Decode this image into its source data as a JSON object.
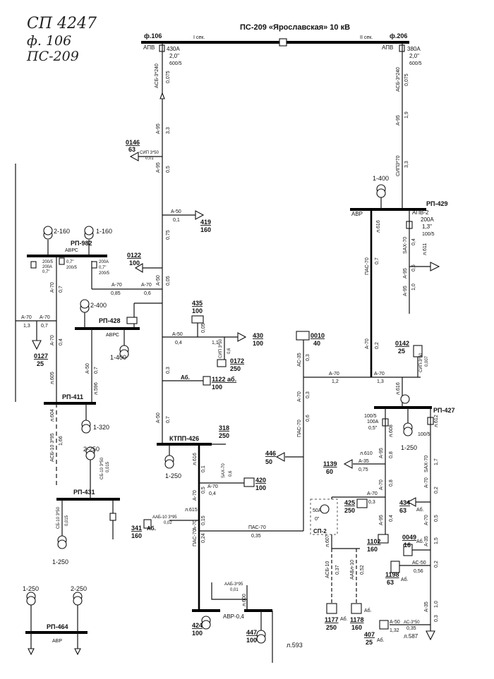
{
  "handwritten": {
    "line1": "СП 4247",
    "line2": "ф. 106",
    "line3": "ПС-209"
  },
  "substation": {
    "title": "ПС-209 «Ярославская» 10 кВ",
    "sec1": "I сек.",
    "sec2": "II сек."
  },
  "feeder_left": {
    "name": "ф.106",
    "apv": "АПВ",
    "current": "430А",
    "time": "2,0\"",
    "ct": "600/5",
    "cable": "АСБ-3*240",
    "len": "0,075"
  },
  "feeder_right": {
    "name": "ф.206",
    "apv": "АПВ",
    "current": "380А",
    "time": "2,0\"",
    "ct": "600/5",
    "cable": "АСБ-3*240",
    "len": "0,075"
  },
  "main_line": {
    "seg1_wire": "А-95",
    "seg1_len": "3,3",
    "seg2_wire": "А-95",
    "seg2_len": "0,5",
    "seg3_wire": "А-50",
    "seg3_len": "0,75",
    "seg4_wire": "А-50",
    "seg4_len": "0,05",
    "seg5_wire": "А-50",
    "seg5_len": "0,7",
    "seg6_len": "0,3",
    "seg7_wire": "А-50",
    "seg7_len": "0,7"
  },
  "tp_0146": {
    "id": "0146",
    "kva": "63",
    "cable": "СИП 3*50",
    "len": "0,01"
  },
  "tp_419": {
    "id": "419",
    "kva": "160",
    "wire": "А-50",
    "len": "0,1"
  },
  "tp_0122": {
    "id": "0122",
    "kva": "100"
  },
  "rp_982": {
    "name": "РП-982",
    "avr": "АВРС",
    "t1": "2-160",
    "t2": "1-160",
    "ct1": "200/5",
    "ia": "200А",
    "ta": "0,7\"",
    "tb": "0,7\"",
    "ct2": "200/5",
    "ib": "200А",
    "tc": "0,7\"",
    "ct3": "200/5"
  },
  "branch_982": {
    "wire1": "А-70",
    "len1": "0,85",
    "wire2": "А-70",
    "len2": "0,6"
  },
  "rp_428": {
    "name": "РП-428",
    "avr": "АВРС",
    "t1": "2-400",
    "t2": "1-400"
  },
  "left_line": {
    "wire1": "А-70",
    "len1": "1,3",
    "wire2": "А-70",
    "len2": "0,7",
    "wire3": "А-70",
    "len3": "0,7",
    "wire4": "А-70",
    "len4": "0,4",
    "wire5": "А-50",
    "len5": "0,7",
    "wire6": "А-50",
    "len6": "0,5",
    "l605": "л.605",
    "l596": "л.596"
  },
  "tp_0127": {
    "id": "0127",
    "kva": "25"
  },
  "rp_411": {
    "name": "РП-411",
    "l604": "л.604",
    "cable": "АСБ-10 3*95",
    "len": "1,66",
    "t": "1-320"
  },
  "rp_431": {
    "name": "РП-431",
    "t1": "2-250",
    "t2": "1-250",
    "cable1": "СБ-10 3*50",
    "len1": "0,015",
    "cable2": "СБ-10 3*50",
    "len2": "0,015"
  },
  "rp_464": {
    "name": "РП-464",
    "avr": "АВР",
    "t1": "1-250",
    "t2": "2-250"
  },
  "tp_435": {
    "id": "435",
    "kva": "100",
    "len": "0,05",
    "wire": "А-50"
  },
  "tp_430": {
    "id": "430",
    "kva": "100",
    "wire": "А-50",
    "len": "0,4",
    "len2": "1,1"
  },
  "tp_0172": {
    "id": "0172",
    "kva": "250",
    "cable": "СИП 3*50",
    "len": "0,6"
  },
  "tp_1122": {
    "id": "1122 аб.",
    "kva": "100",
    "ab": "Аб."
  },
  "tp_0010": {
    "id": "0010",
    "kva": "40"
  },
  "ktpp_426": {
    "name": "КТПП-426",
    "t": "1-250",
    "l616": "л.616"
  },
  "tp_318": {
    "id": "318",
    "kva": "250"
  },
  "tp_420": {
    "id": "420",
    "kva": "100",
    "cable": "SAX-70",
    "len": "0,6"
  },
  "tp_446": {
    "id": "446",
    "kva": "50"
  },
  "lower_mid": {
    "wire1": "А-70",
    "len1": "0,1",
    "wire2": "А-70",
    "len2": "0,5",
    "wire3": "А-70",
    "len3": "0,4",
    "wire4": "А-70",
    "len4": "0,15",
    "l615": "л.615",
    "cable": "ААБ-10 3*95",
    "clen": "0,02",
    "pas": "ПАС-70",
    "pas_len": "0,35",
    "pas2": "ПАС-70",
    "pas2_len": "0,24"
  },
  "tp_341": {
    "id": "341",
    "kva": "160",
    "ab": "Аб."
  },
  "tp_424": {
    "id": "424",
    "kva": "100",
    "avr": "АВР-0,4",
    "cable": "ААБ-3*95",
    "clen": "0,01"
  },
  "tp_447": {
    "id": "447",
    "kva": "100",
    "l600": "л.600",
    "l593": "л.593"
  },
  "right_line": {
    "wire1": "А-95",
    "len1": "1,9",
    "wire2": "СИП3*70",
    "len2": "3,3",
    "pas": "ПАС-70",
    "pas_len": "0,7",
    "wire3": "А-70",
    "len3": "0,2",
    "wire4": "АС-35",
    "len4": "0,3",
    "wire5": "А-70",
    "len5": "1,2",
    "wire6": "А-70",
    "len6": "1,3",
    "pas2": "ПАС-70",
    "pas2_len": "0,6",
    "wire7": "А-70",
    "len7": "0,3"
  },
  "rp_429": {
    "name": "РП-429",
    "apv": "АПВ-2",
    "avr": "АВР",
    "t": "1-400",
    "i": "200А",
    "time": "1,3\"",
    "ct": "100/5",
    "l611": "л.611",
    "l616": "л.616",
    "cable": "SAX-70",
    "len": "0,4",
    "wire": "А-95",
    "wlen": "0,5",
    "wire2": "А-95",
    "wlen2": "1,0"
  },
  "tp_0142": {
    "id": "0142",
    "kva": "25",
    "cable": "СИП-3*50",
    "len": "0,007"
  },
  "rp_427": {
    "name": "РП-427",
    "t": "1-250",
    "ct": "100/5",
    "i": "100А",
    "time": "0,5\"",
    "l608": "л.608",
    "l612": "л.612",
    "l616": "л.616",
    "ct2": "100/5"
  },
  "tp_1139": {
    "id": "1139",
    "kva": "60",
    "wire": "А-35",
    "len": "0,75",
    "l610": "л.610"
  },
  "tp_425": {
    "id": "425",
    "kva": "250",
    "wire": "А-70",
    "len": "0,3"
  },
  "sp_2": {
    "name": "СП-2",
    "i": "50А",
    "time": "0\""
  },
  "tp_434": {
    "id": "434",
    "kva": "63",
    "ab": "Аб."
  },
  "tp_1102": {
    "id": "1102",
    "kva": "160",
    "wire": "А-95",
    "len": "0,4"
  },
  "tp_0049": {
    "id": "0049",
    "kva": "16",
    "ab": "Аб."
  },
  "tp_1198": {
    "id": "1198",
    "kva": "63",
    "ab": "Аб.",
    "wire": "АС-50",
    "len": "0,56"
  },
  "tp_1177": {
    "id": "1177",
    "kva": "250",
    "ab": "Аб.",
    "cable": "АСБ-10",
    "len": "0,37",
    "l607": "л.607"
  },
  "tp_1178": {
    "id": "1178",
    "kva": "160",
    "ab": "Аб.",
    "cable": "ААБл-10",
    "len": "0,52"
  },
  "tp_407": {
    "id": "407",
    "kva": "25",
    "ab": "Аб.",
    "wire": "А-50",
    "len": "1,32",
    "cable": "АС-3*50",
    "clen": "0,35",
    "l587": "л.587"
  },
  "right_vert": {
    "wire1": "SAX-70",
    "len1": "1,7",
    "wire2": "А-70",
    "len2": "0,2",
    "wire3": "А-70",
    "len3": "0,5",
    "wire4": "А-35",
    "len4": "1,5",
    "len5": "0,2",
    "wire5": "А-35",
    "len5b": "1,0",
    "len6": "0,3",
    "mid_wire": "А-95",
    "mid_len": "0,8",
    "mid_wire2": "А-70",
    "mid_len2": "0,8"
  }
}
